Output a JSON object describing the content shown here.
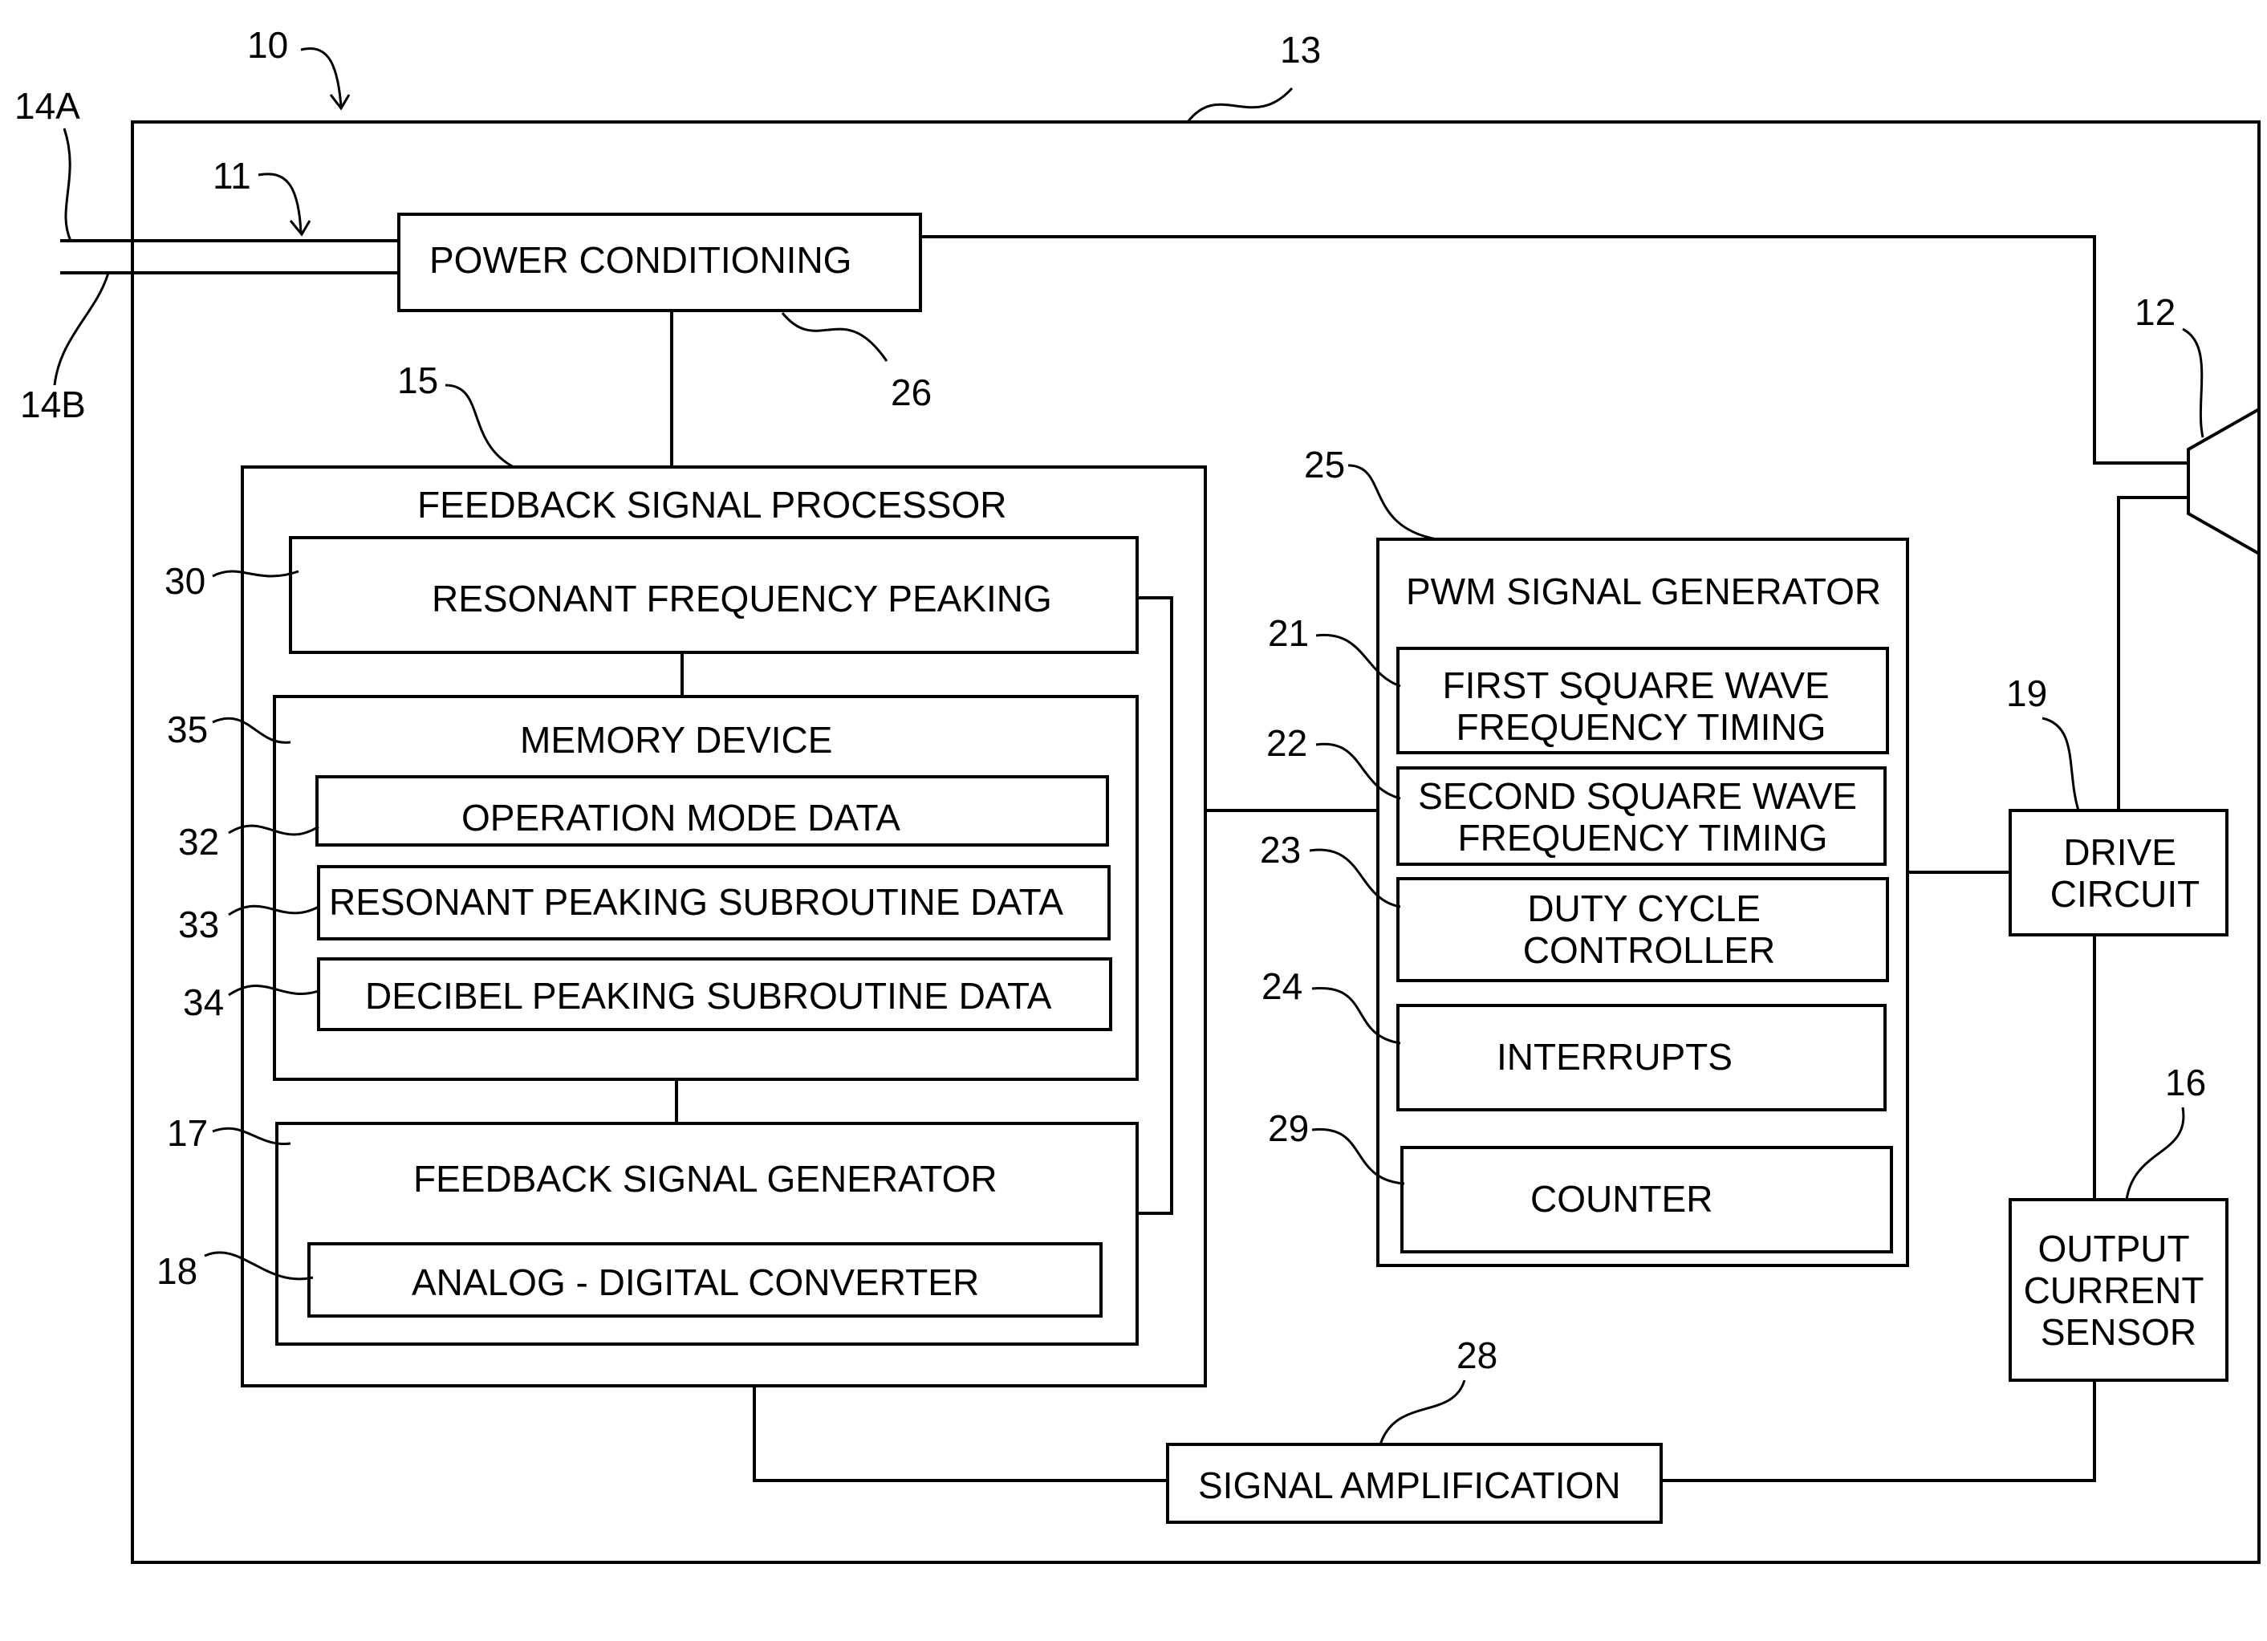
{
  "diagram": {
    "blocks": {
      "power_conditioning": "POWER CONDITIONING",
      "feedback_signal_processor": "FEEDBACK SIGNAL PROCESSOR",
      "resonant_frequency_peaking": "RESONANT FREQUENCY PEAKING",
      "memory_device": "MEMORY DEVICE",
      "operation_mode_data": "OPERATION MODE DATA",
      "resonant_peaking_subroutine_data": "RESONANT PEAKING SUBROUTINE DATA",
      "decibel_peaking_subroutine_data": "DECIBEL PEAKING SUBROUTINE DATA",
      "feedback_signal_generator": "FEEDBACK SIGNAL GENERATOR",
      "analog_digital_converter": "ANALOG - DIGITAL CONVERTER",
      "pwm_signal_generator": "PWM SIGNAL GENERATOR",
      "first_square_wave": [
        "FIRST SQUARE WAVE",
        "FREQUENCY TIMING"
      ],
      "second_square_wave": [
        "SECOND SQUARE WAVE",
        "FREQUENCY TIMING"
      ],
      "duty_cycle_controller": [
        "DUTY CYCLE",
        "CONTROLLER"
      ],
      "interrupts": "INTERRUPTS",
      "counter": "COUNTER",
      "drive_circuit": [
        "DRIVE",
        "CIRCUIT"
      ],
      "output_current_sensor": [
        "OUTPUT",
        "CURRENT",
        "SENSOR"
      ],
      "signal_amplification": "SIGNAL AMPLIFICATION"
    },
    "refs": {
      "r10": "10",
      "r11": "11",
      "r12": "12",
      "r13": "13",
      "r14a": "14A",
      "r14b": "14B",
      "r15": "15",
      "r16": "16",
      "r17": "17",
      "r18": "18",
      "r19": "19",
      "r21": "21",
      "r22": "22",
      "r23": "23",
      "r24": "24",
      "r25": "25",
      "r26": "26",
      "r28": "28",
      "r29": "29",
      "r30": "30",
      "r32": "32",
      "r33": "33",
      "r34": "34",
      "r35": "35"
    }
  }
}
